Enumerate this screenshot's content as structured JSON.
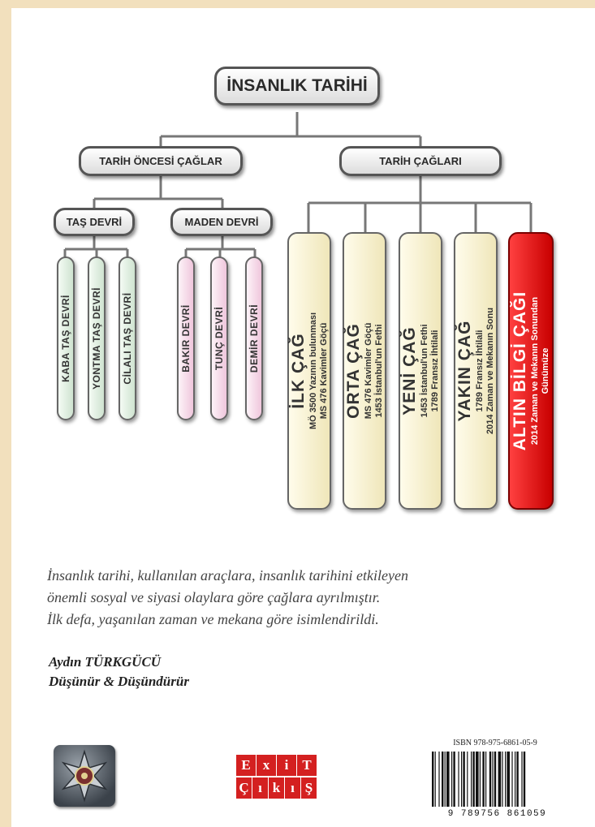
{
  "chart_title": "İNSANLIK TARİHİ",
  "branches": {
    "prehistoric": "TARİH ÖNCESİ ÇAĞLAR",
    "historic": "TARİH ÇAĞLARI"
  },
  "stone_age": {
    "label": "TAŞ DEVRİ",
    "periods": [
      "KABA TAŞ DEVRİ",
      "YONTMA TAŞ DEVRİ",
      "CİLALI TAŞ DEVRİ"
    ]
  },
  "metal_age": {
    "label": "MADEN DEVRİ",
    "periods": [
      "BAKIR DEVRİ",
      "TUNÇ DEVRİ",
      "DEMİR DEVRİ"
    ]
  },
  "eras": [
    {
      "name": "İLK ÇAĞ",
      "line1": "MÖ 3500 Yazının bulunması",
      "line2": "MS 476 Kavimler Göçü"
    },
    {
      "name": "ORTA ÇAĞ",
      "line1": "MS 476 Kavimler Göçü",
      "line2": "1453 İstanbul'un Fethi"
    },
    {
      "name": "YENİ ÇAĞ",
      "line1": "1453 İstanbul'un Fethi",
      "line2": "1789 Fransız İhtilali"
    },
    {
      "name": "YAKIN ÇAĞ",
      "line1": "1789 Fransız İhtilali",
      "line2": "2014 Zaman ve Mekanın Sonu"
    },
    {
      "name": "ALTIN BİLGİ ÇAĞI",
      "line1": "2014 Zaman ve Mekanın Sonundan",
      "line2": "Günümüze"
    }
  ],
  "quote_lines": [
    "İnsanlık tarihi, kullanılan araçlara, insanlık tarihini etkileyen",
    "önemli sosyal ve siyasi olaylara göre çağlara ayrılmıştır.",
    "İlk defa, yaşanılan zaman ve mekana göre isimlendirildi."
  ],
  "author": {
    "name": "Aydın TÜRKGÜCÜ",
    "role": "Düşünür & Düşündürür"
  },
  "publisher_logo": {
    "row1": [
      "E",
      "x",
      "i",
      "T"
    ],
    "row2": [
      "Ç",
      "ı",
      "k",
      "ı",
      "Ş"
    ]
  },
  "isbn": "ISBN 978-975-6861-05-9",
  "barcode_number": "9 789756 861059",
  "colors": {
    "background": "#f2e0bd",
    "stone_boxes": "#cfe3d0",
    "metal_boxes": "#efc6dc",
    "era_boxes": "#efe6b9",
    "golden_age_box": "#d00000",
    "logo_red": "#d42020"
  }
}
